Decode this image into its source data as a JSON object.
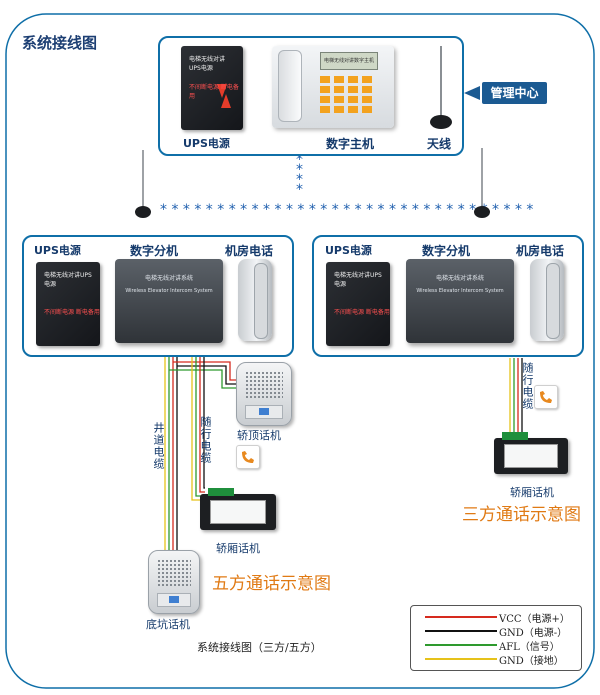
{
  "title": "系统接线图",
  "top": {
    "ups_label": "UPS电源",
    "host_label": "数字主机",
    "antenna_label": "天线",
    "mgmt_label": "管理中心",
    "ups_chip_text": "电梯无线对讲UPS电源",
    "ups_chip_red": "不间断电源 断电备用",
    "host_screen_text": "电梯无线对讲数字主机"
  },
  "left_group": {
    "ups_label": "UPS电源",
    "unit_label": "数字分机",
    "phone_label": "机房电话",
    "unit_face_text": "电梯无线对讲系统",
    "unit_face_sub": "Wireless Elevator Intercom System"
  },
  "right_group": {
    "ups_label": "UPS电源",
    "unit_label": "数字分机",
    "phone_label": "机房电话",
    "unit_face_text": "电梯无线对讲系统",
    "unit_face_sub": "Wireless Elevator Intercom System"
  },
  "five_way": {
    "cartop_label": "轿顶话机",
    "car_label": "轿厢话机",
    "pit_label": "底坑话机",
    "shaft_cable": "井道电缆",
    "travel_cable": "随行电缆",
    "caption": "五方通话示意图"
  },
  "three_way": {
    "travel_cable": "随行电缆",
    "car_label": "轿厢话机",
    "caption": "三方通话示意图"
  },
  "footer_caption": "系统接线图（三方/五方）",
  "legend": [
    {
      "text": "VCC（电源+）",
      "color": "#d62a1e"
    },
    {
      "text": "GND（电源-）",
      "color": "#111111"
    },
    {
      "text": "AFL（信号）",
      "color": "#2e9a2e"
    },
    {
      "text": "GND（接地）",
      "color": "#e6c21a"
    }
  ],
  "colors": {
    "frame": "#0f6fa8",
    "wireless_dots": "#1f5fae",
    "accent_orange": "#e07a14",
    "wire_red": "#d62a1e",
    "wire_green": "#2e9a2e",
    "wire_yellow": "#e6c21a",
    "wire_black": "#111111"
  },
  "icons": [
    "antenna-icon",
    "handset-icon",
    "lightning-icon"
  ]
}
